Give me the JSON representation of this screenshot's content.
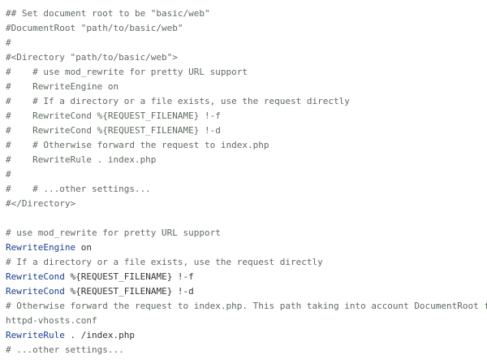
{
  "code_block": {
    "lines": [
      {
        "type": "comment",
        "text": "## Set document root to be \"basic/web\""
      },
      {
        "type": "comment",
        "text": "#DocumentRoot \"path/to/basic/web\""
      },
      {
        "type": "comment",
        "text": "#"
      },
      {
        "type": "comment",
        "text": "#<Directory \"path/to/basic/web\">"
      },
      {
        "type": "comment",
        "text": "#    # use mod_rewrite for pretty URL support"
      },
      {
        "type": "comment",
        "text": "#    RewriteEngine on"
      },
      {
        "type": "comment",
        "text": "#    # If a directory or a file exists, use the request directly"
      },
      {
        "type": "comment",
        "text": "#    RewriteCond %{REQUEST_FILENAME} !-f"
      },
      {
        "type": "comment",
        "text": "#    RewriteCond %{REQUEST_FILENAME} !-d"
      },
      {
        "type": "comment",
        "text": "#    # Otherwise forward the request to index.php"
      },
      {
        "type": "comment",
        "text": "#    RewriteRule . index.php"
      },
      {
        "type": "comment",
        "text": "#"
      },
      {
        "type": "comment",
        "text": "#    # ...other settings..."
      },
      {
        "type": "comment",
        "text": "#</Directory>"
      },
      {
        "type": "blank",
        "text": ""
      },
      {
        "type": "comment",
        "text": "# use mod_rewrite for pretty URL support"
      },
      {
        "type": "directive",
        "directive": "RewriteEngine",
        "rest": " on"
      },
      {
        "type": "comment",
        "text": "# If a directory or a file exists, use the request directly"
      },
      {
        "type": "directive",
        "directive": "RewriteCond",
        "rest": " %{REQUEST_FILENAME} !-f"
      },
      {
        "type": "directive",
        "directive": "RewriteCond",
        "rest": " %{REQUEST_FILENAME} !-d"
      },
      {
        "type": "comment",
        "text": "# Otherwise forward the request to index.php. This path taking into account DocumentRoot from"
      },
      {
        "type": "comment",
        "text": "httpd-vhosts.conf"
      },
      {
        "type": "directive",
        "directive": "RewriteRule",
        "rest": " . /index.php"
      },
      {
        "type": "comment",
        "text": "# ...other settings..."
      }
    ]
  },
  "colors": {
    "comment": "#5f6a5f",
    "directive": "#1a3d8f",
    "plain": "#333333",
    "background": "#ffffff"
  }
}
